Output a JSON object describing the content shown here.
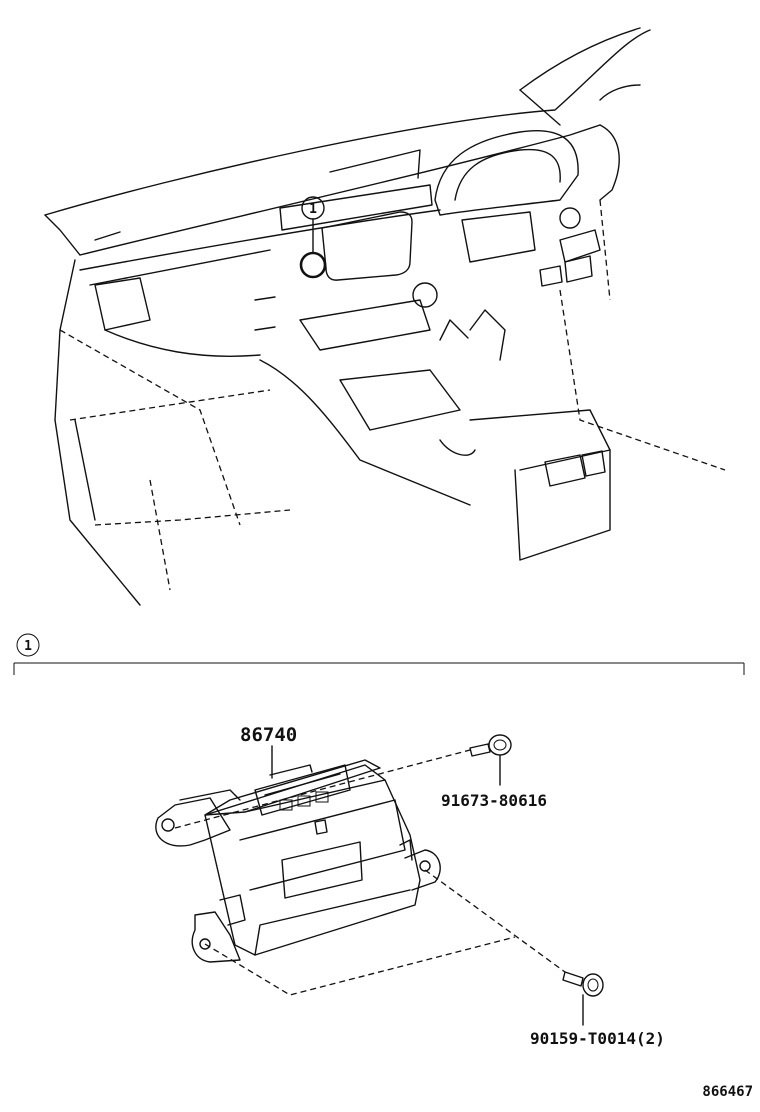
{
  "diagram": {
    "callout_marker": "1",
    "section_marker": "1",
    "parts": {
      "ecu": {
        "label": "86740"
      },
      "bolt": {
        "label": "91673-80616"
      },
      "screw": {
        "label": "90159-T0014(2)"
      }
    },
    "figure_id": "866467"
  }
}
